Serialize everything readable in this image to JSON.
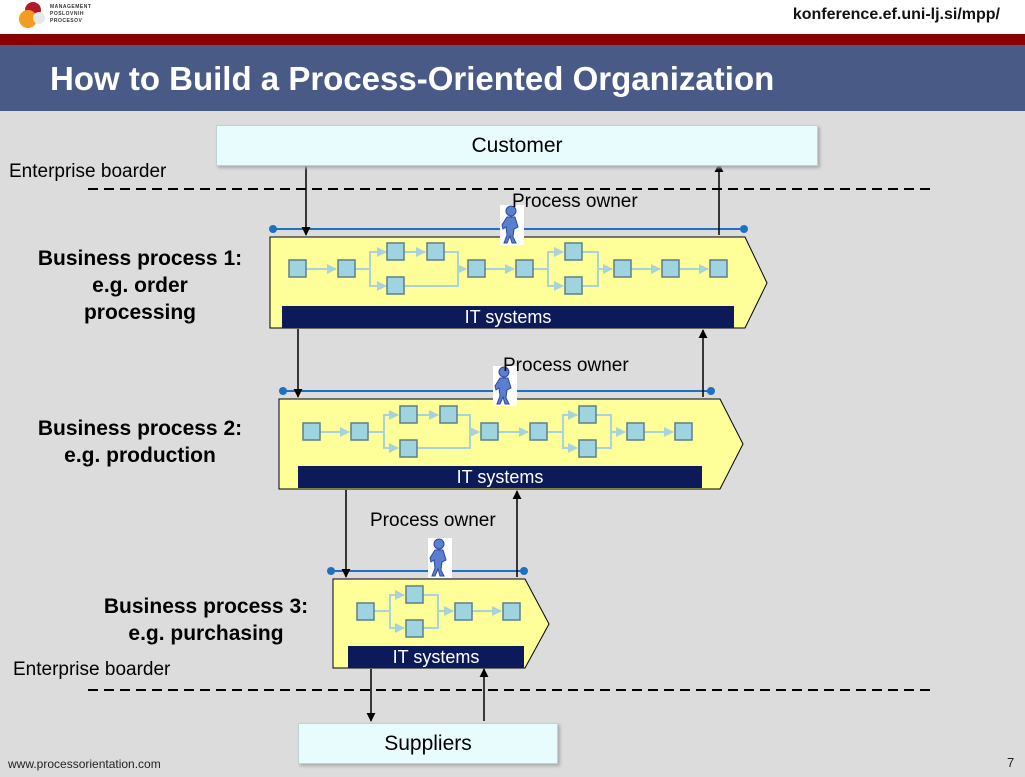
{
  "header": {
    "logo_lines": [
      "MANAGEMENT",
      "POSLOVNIH",
      "PROCESOV"
    ],
    "url": "konference.ef.uni-lj.si/mpp/",
    "title": "How to Build a Process-Oriented Organization"
  },
  "diagram": {
    "customer": "Customer",
    "suppliers": "Suppliers",
    "enterprise_border_top": "Enterprise boarder",
    "enterprise_border_bottom": "Enterprise boarder",
    "process_owner_1": "Process owner",
    "process_owner_2": "Process owner",
    "process_owner_3": "Process owner",
    "bp1": {
      "line1": "Business process 1:",
      "line2": "e.g. order",
      "line3": "processing",
      "it": "IT systems"
    },
    "bp2": {
      "line1": "Business process 2:",
      "line2": "e.g. production",
      "it": "IT systems"
    },
    "bp3": {
      "line1": "Business process 3:",
      "line2": "e.g. purchasing",
      "it": "IT systems"
    }
  },
  "colors": {
    "title_bar": "#4a5a87",
    "red_bar": "#8b0000",
    "process_fill": "#ffff99",
    "it_bar": "#0d1a5a",
    "task_box": "#9fd3df",
    "owner_line": "#1f6fc2"
  },
  "footer": {
    "website": "www.processorientation.com",
    "page": "7"
  }
}
